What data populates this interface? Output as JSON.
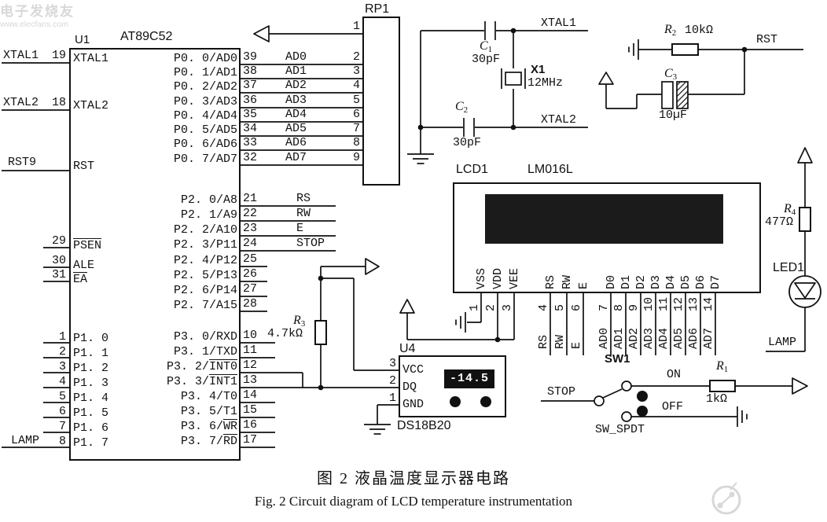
{
  "figure": {
    "caption_zh": "图 2  液晶温度显示器电路",
    "caption_en": "Fig. 2  Circuit diagram of LCD temperature instrumentation"
  },
  "watermark": {
    "brand": "电子发烧友",
    "site": "www.elecfans.com"
  },
  "u1": {
    "ref": "U1",
    "part": "AT89C52",
    "left_pins": [
      {
        "net": "XTAL1",
        "num": "19",
        "label": "XTAL1"
      },
      {
        "net": "XTAL2",
        "num": "18",
        "label": "XTAL2"
      },
      {
        "net": "RST9",
        "label": "RST"
      },
      {
        "num": "29",
        "label": "PSEN",
        "overline": true
      },
      {
        "num": "30",
        "label": "ALE"
      },
      {
        "num": "31",
        "label": "EA",
        "overline": true
      }
    ],
    "p1_pins": [
      {
        "num": "1",
        "label": "P1. 0"
      },
      {
        "num": "2",
        "label": "P1. 1"
      },
      {
        "num": "3",
        "label": "P1. 2"
      },
      {
        "num": "4",
        "label": "P1. 3"
      },
      {
        "num": "5",
        "label": "P1. 4"
      },
      {
        "num": "6",
        "label": "P1. 5"
      },
      {
        "num": "7",
        "label": "P1. 6"
      },
      {
        "num": "8",
        "label": "P1. 7",
        "net": "LAMP"
      }
    ],
    "p0_pins": [
      {
        "num": "39",
        "label": "P0. 0/AD0",
        "net": "AD0",
        "rp1_pin": "2"
      },
      {
        "num": "38",
        "label": "P0. 1/AD1",
        "net": "AD1",
        "rp1_pin": "3"
      },
      {
        "num": "37",
        "label": "P0. 2/AD2",
        "net": "AD2",
        "rp1_pin": "4"
      },
      {
        "num": "36",
        "label": "P0. 3/AD3",
        "net": "AD3",
        "rp1_pin": "5"
      },
      {
        "num": "35",
        "label": "P0. 4/AD4",
        "net": "AD4",
        "rp1_pin": "6"
      },
      {
        "num": "34",
        "label": "P0. 5/AD5",
        "net": "AD5",
        "rp1_pin": "7"
      },
      {
        "num": "33",
        "label": "P0. 6/AD6",
        "net": "AD6",
        "rp1_pin": "8"
      },
      {
        "num": "32",
        "label": "P0. 7/AD7",
        "net": "AD7",
        "rp1_pin": "9"
      }
    ],
    "p2_pins": [
      {
        "num": "21",
        "label": "P2. 0/A8",
        "net": "RS"
      },
      {
        "num": "22",
        "label": "P2. 1/A9",
        "net": "RW"
      },
      {
        "num": "23",
        "label": "P2. 2/A10",
        "net": "E"
      },
      {
        "num": "24",
        "label": "P2. 3/P11",
        "net": "STOP"
      },
      {
        "num": "25",
        "label": "P2. 4/P12"
      },
      {
        "num": "26",
        "label": "P2. 5/P13"
      },
      {
        "num": "27",
        "label": "P2. 6/P14"
      },
      {
        "num": "28",
        "label": "P2. 7/A15"
      }
    ],
    "p3_pins": [
      {
        "num": "10",
        "label": "P3. 0/RXD"
      },
      {
        "num": "11",
        "label": "P3. 1/TXD"
      },
      {
        "num": "12",
        "label": "P3. 2/",
        "over": "INT0"
      },
      {
        "num": "13",
        "label": "P3. 3/",
        "over": "INT1"
      },
      {
        "num": "14",
        "label": "P3. 4/T0"
      },
      {
        "num": "15",
        "label": "P3. 5/T1"
      },
      {
        "num": "16",
        "label": "P3. 6/",
        "over": "WR"
      },
      {
        "num": "17",
        "label": "P3. 7/",
        "over": "RD"
      }
    ]
  },
  "rp1": {
    "ref": "RP1",
    "pin1": "1"
  },
  "xtal": {
    "c1_ref": "C1",
    "c1_val": "30pF",
    "x1_ref": "X1",
    "x1_val": "12MHz",
    "c2_ref": "C2",
    "c2_val": "30pF",
    "net_xtal1": "XTAL1",
    "net_xtal2": "XTAL2"
  },
  "reset": {
    "r2_ref": "R2",
    "r2_val": "10kΩ",
    "c3_ref": "C3",
    "c3_val": "10µF",
    "net_rst": "RST"
  },
  "lcd": {
    "ref": "LCD1",
    "part": "LM016L",
    "pins": [
      {
        "num": "1",
        "name": "VSS"
      },
      {
        "num": "2",
        "name": "VDD"
      },
      {
        "num": "3",
        "name": "VEE"
      },
      {
        "num": "4",
        "name": "RS",
        "net": "RS"
      },
      {
        "num": "5",
        "name": "RW",
        "net": "RW"
      },
      {
        "num": "6",
        "name": "E",
        "net": "E"
      },
      {
        "num": "7",
        "name": "D0",
        "net": "AD0"
      },
      {
        "num": "8",
        "name": "D1",
        "net": "AD1"
      },
      {
        "num": "9",
        "name": "D2",
        "net": "AD2"
      },
      {
        "num": "10",
        "name": "D3",
        "net": "AD3"
      },
      {
        "num": "11",
        "name": "D4",
        "net": "AD4"
      },
      {
        "num": "12",
        "name": "D5",
        "net": "AD5"
      },
      {
        "num": "13",
        "name": "D6",
        "net": "AD6"
      },
      {
        "num": "14",
        "name": "D7",
        "net": "AD7"
      }
    ]
  },
  "r3": {
    "ref": "R3",
    "val": "4.7kΩ"
  },
  "u4": {
    "ref": "U4",
    "part": "DS18B20",
    "display": "-14.5",
    "pins": [
      {
        "num": "3",
        "name": "VCC"
      },
      {
        "num": "2",
        "name": "DQ"
      },
      {
        "num": "1",
        "name": "GND"
      }
    ]
  },
  "led": {
    "ref": "LED1",
    "r4_ref": "R4",
    "r4_val": "477Ω",
    "net": "LAMP"
  },
  "sw": {
    "ref": "SW1",
    "part": "SW_SPDT",
    "net": "STOP",
    "on_label": "ON",
    "off_label": "OFF",
    "r1_ref": "R1",
    "r1_val": "1kΩ"
  }
}
